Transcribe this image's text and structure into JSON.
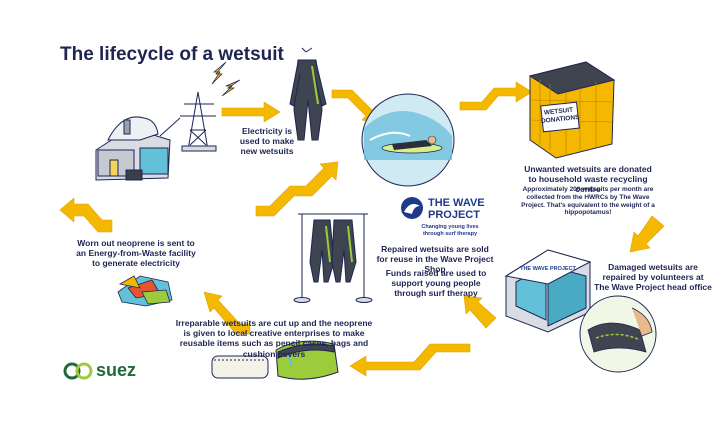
{
  "title": "The lifecycle of a wetsuit",
  "colors": {
    "arrow": "#f5b800",
    "navy": "#1e2553",
    "green": "#9ccc3b",
    "sky": "#9fd6e8"
  },
  "captions": {
    "electricity": "Electricity is used to make new wetsuits",
    "donated": "Unwanted wetsuits are donated to household waste recycling centre",
    "donated_detail": "Approximately 200 wetsuits per month are collected from the HWRCs by The Wave Project. That's equivalent to the weight of a hippopotamus!",
    "damaged": "Damaged wetsuits are repaired by volunteers at The Wave Project head office",
    "repaired": "Repaired wetsuits are sold for reuse in the Wave Project Shop",
    "funds": "Funds raised are used to support young people through surf therapy",
    "irreparable": "Irreparable wetsuits are cut up and the neoprene is given to local creative enterprises to make reusable items such as pencil cases, bags and cushion covers",
    "worn_out": "Worn out neoprene is sent to an Energy-from-Waste facility to generate electricity"
  },
  "crate_sign": "WETSUIT DONATIONS",
  "building_sign": "THE WAVE PROJECT",
  "wave_project": {
    "name": "THE WAVE PROJECT",
    "tagline": "Changing young lives through surf therapy"
  },
  "brand": "suez",
  "icons": [
    "wave-project-logo-icon",
    "suez-logo-icon",
    "lightning-icon",
    "pylon-icon"
  ]
}
